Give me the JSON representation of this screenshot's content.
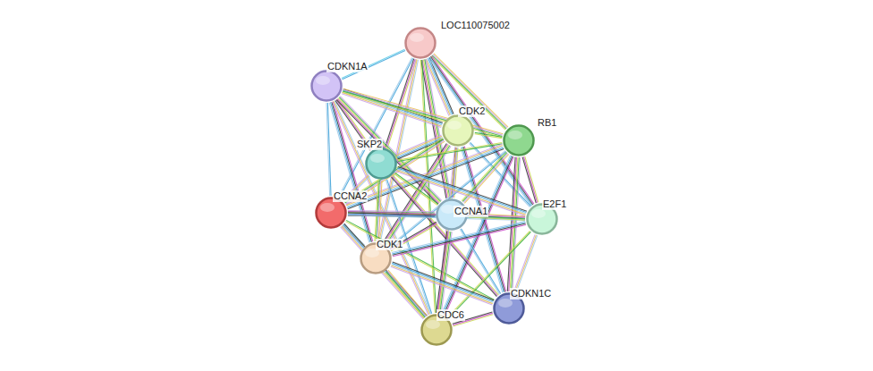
{
  "diagram": {
    "nodes": [
      {
        "text": [
          "LOC110075002"
        ]
      },
      {
        "text": [
          "CDKN1A"
        ]
      },
      {
        "text": [
          "CDK2"
        ]
      },
      {
        "text": [
          "RB1"
        ]
      },
      {
        "text": [
          "SKP2"
        ]
      },
      {
        "text": [
          "CCNA2"
        ]
      },
      {
        "text": [
          "CCNA1"
        ]
      },
      {
        "text": [
          "E2F1"
        ]
      },
      {
        "text": [
          "CDK1"
        ]
      },
      {
        "text": [
          "CDKN1C"
        ]
      },
      {
        "text": [
          "CDC6"
        ]
      }
    ],
    "edges": [
      {
        "from": 0,
        "to": 1,
        "arrow": "none"
      },
      {
        "from": 0,
        "to": 2,
        "arrow": "none"
      },
      {
        "from": 0,
        "to": 3,
        "arrow": "none"
      },
      {
        "from": 0,
        "to": 4,
        "arrow": "none"
      },
      {
        "from": 0,
        "to": 5,
        "arrow": "none"
      },
      {
        "from": 0,
        "to": 6,
        "arrow": "none"
      },
      {
        "from": 0,
        "to": 7,
        "arrow": "none"
      },
      {
        "from": 0,
        "to": 8,
        "arrow": "none"
      },
      {
        "from": 0,
        "to": 10,
        "arrow": "none"
      },
      {
        "from": 1,
        "to": 2,
        "arrow": "none"
      },
      {
        "from": 1,
        "to": 3,
        "arrow": "none"
      },
      {
        "from": 1,
        "to": 4,
        "arrow": "none"
      },
      {
        "from": 1,
        "to": 5,
        "arrow": "none"
      },
      {
        "from": 1,
        "to": 6,
        "arrow": "none"
      },
      {
        "from": 1,
        "to": 8,
        "arrow": "none"
      },
      {
        "from": 1,
        "to": 10,
        "arrow": "none"
      },
      {
        "from": 2,
        "to": 3,
        "arrow": "none"
      },
      {
        "from": 2,
        "to": 4,
        "arrow": "none"
      },
      {
        "from": 2,
        "to": 5,
        "arrow": "none"
      },
      {
        "from": 2,
        "to": 6,
        "arrow": "none"
      },
      {
        "from": 2,
        "to": 7,
        "arrow": "none"
      },
      {
        "from": 2,
        "to": 8,
        "arrow": "none"
      },
      {
        "from": 2,
        "to": 9,
        "arrow": "none"
      },
      {
        "from": 2,
        "to": 10,
        "arrow": "none"
      },
      {
        "from": 3,
        "to": 4,
        "arrow": "none"
      },
      {
        "from": 3,
        "to": 5,
        "arrow": "none"
      },
      {
        "from": 3,
        "to": 6,
        "arrow": "none"
      },
      {
        "from": 3,
        "to": 7,
        "arrow": "none"
      },
      {
        "from": 3,
        "to": 8,
        "arrow": "none"
      },
      {
        "from": 3,
        "to": 9,
        "arrow": "none"
      },
      {
        "from": 3,
        "to": 10,
        "arrow": "none"
      },
      {
        "from": 4,
        "to": 5,
        "arrow": "none"
      },
      {
        "from": 4,
        "to": 6,
        "arrow": "none"
      },
      {
        "from": 4,
        "to": 7,
        "arrow": "none"
      },
      {
        "from": 4,
        "to": 8,
        "arrow": "none"
      },
      {
        "from": 4,
        "to": 9,
        "arrow": "none"
      },
      {
        "from": 4,
        "to": 10,
        "arrow": "none"
      },
      {
        "from": 5,
        "to": 6,
        "arrow": "none"
      },
      {
        "from": 5,
        "to": 7,
        "arrow": "none"
      },
      {
        "from": 5,
        "to": 8,
        "arrow": "none"
      },
      {
        "from": 5,
        "to": 9,
        "arrow": "none"
      },
      {
        "from": 5,
        "to": 10,
        "arrow": "none"
      },
      {
        "from": 6,
        "to": 7,
        "arrow": "none"
      },
      {
        "from": 6,
        "to": 8,
        "arrow": "none"
      },
      {
        "from": 6,
        "to": 9,
        "arrow": "none"
      },
      {
        "from": 6,
        "to": 10,
        "arrow": "none"
      },
      {
        "from": 7,
        "to": 8,
        "arrow": "none"
      },
      {
        "from": 7,
        "to": 9,
        "arrow": "none"
      },
      {
        "from": 7,
        "to": 10,
        "arrow": "none"
      },
      {
        "from": 8,
        "to": 9,
        "arrow": "none"
      },
      {
        "from": 8,
        "to": 10,
        "arrow": "none"
      },
      {
        "from": 9,
        "to": 10,
        "arrow": "none"
      }
    ]
  }
}
